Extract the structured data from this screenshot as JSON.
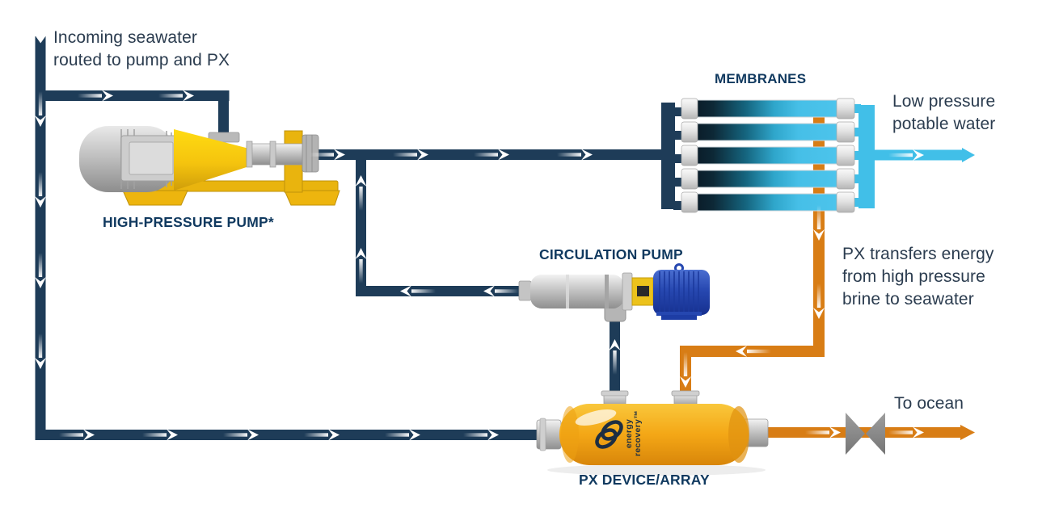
{
  "diagram": {
    "title_context": "Seawater reverse-osmosis desalination with PX energy recovery",
    "annotations": {
      "incoming_seawater": "Incoming seawater\nrouted to pump and PX",
      "low_pressure_potable_water": "Low pressure\npotable water",
      "px_transfer": "PX transfers energy\nfrom high pressure\nbrine to seawater",
      "to_ocean": "To ocean"
    },
    "labels": {
      "membranes": "MEMBRANES",
      "high_pressure_pump": "HIGH-PRESSURE PUMP*",
      "circulation_pump": "CIRCULATION PUMP",
      "px_device": "PX DEVICE/ARRAY",
      "px_logo": "energy\nrecovery™"
    },
    "flows": {
      "seawater": "dark navy pipes with white arrows",
      "potable_water": "cyan pipe exiting membranes",
      "brine": "orange pipes from membranes through PX to ocean"
    },
    "colors": {
      "pipe_navy": "#1e3c58",
      "pipe_cyan": "#41bfe8",
      "pipe_orange": "#d87d15",
      "annotation_text": "#2b3c4f",
      "label_text": "#10395f",
      "pump_yellow": "#eeb90f",
      "motor_blue": "#2547b0",
      "px_body_orange": "#f4a716",
      "valve_gray": "#8d8d8d",
      "membrane_dark_end": "#0a1c29",
      "membrane_light_end": "#4cc4ec"
    }
  }
}
